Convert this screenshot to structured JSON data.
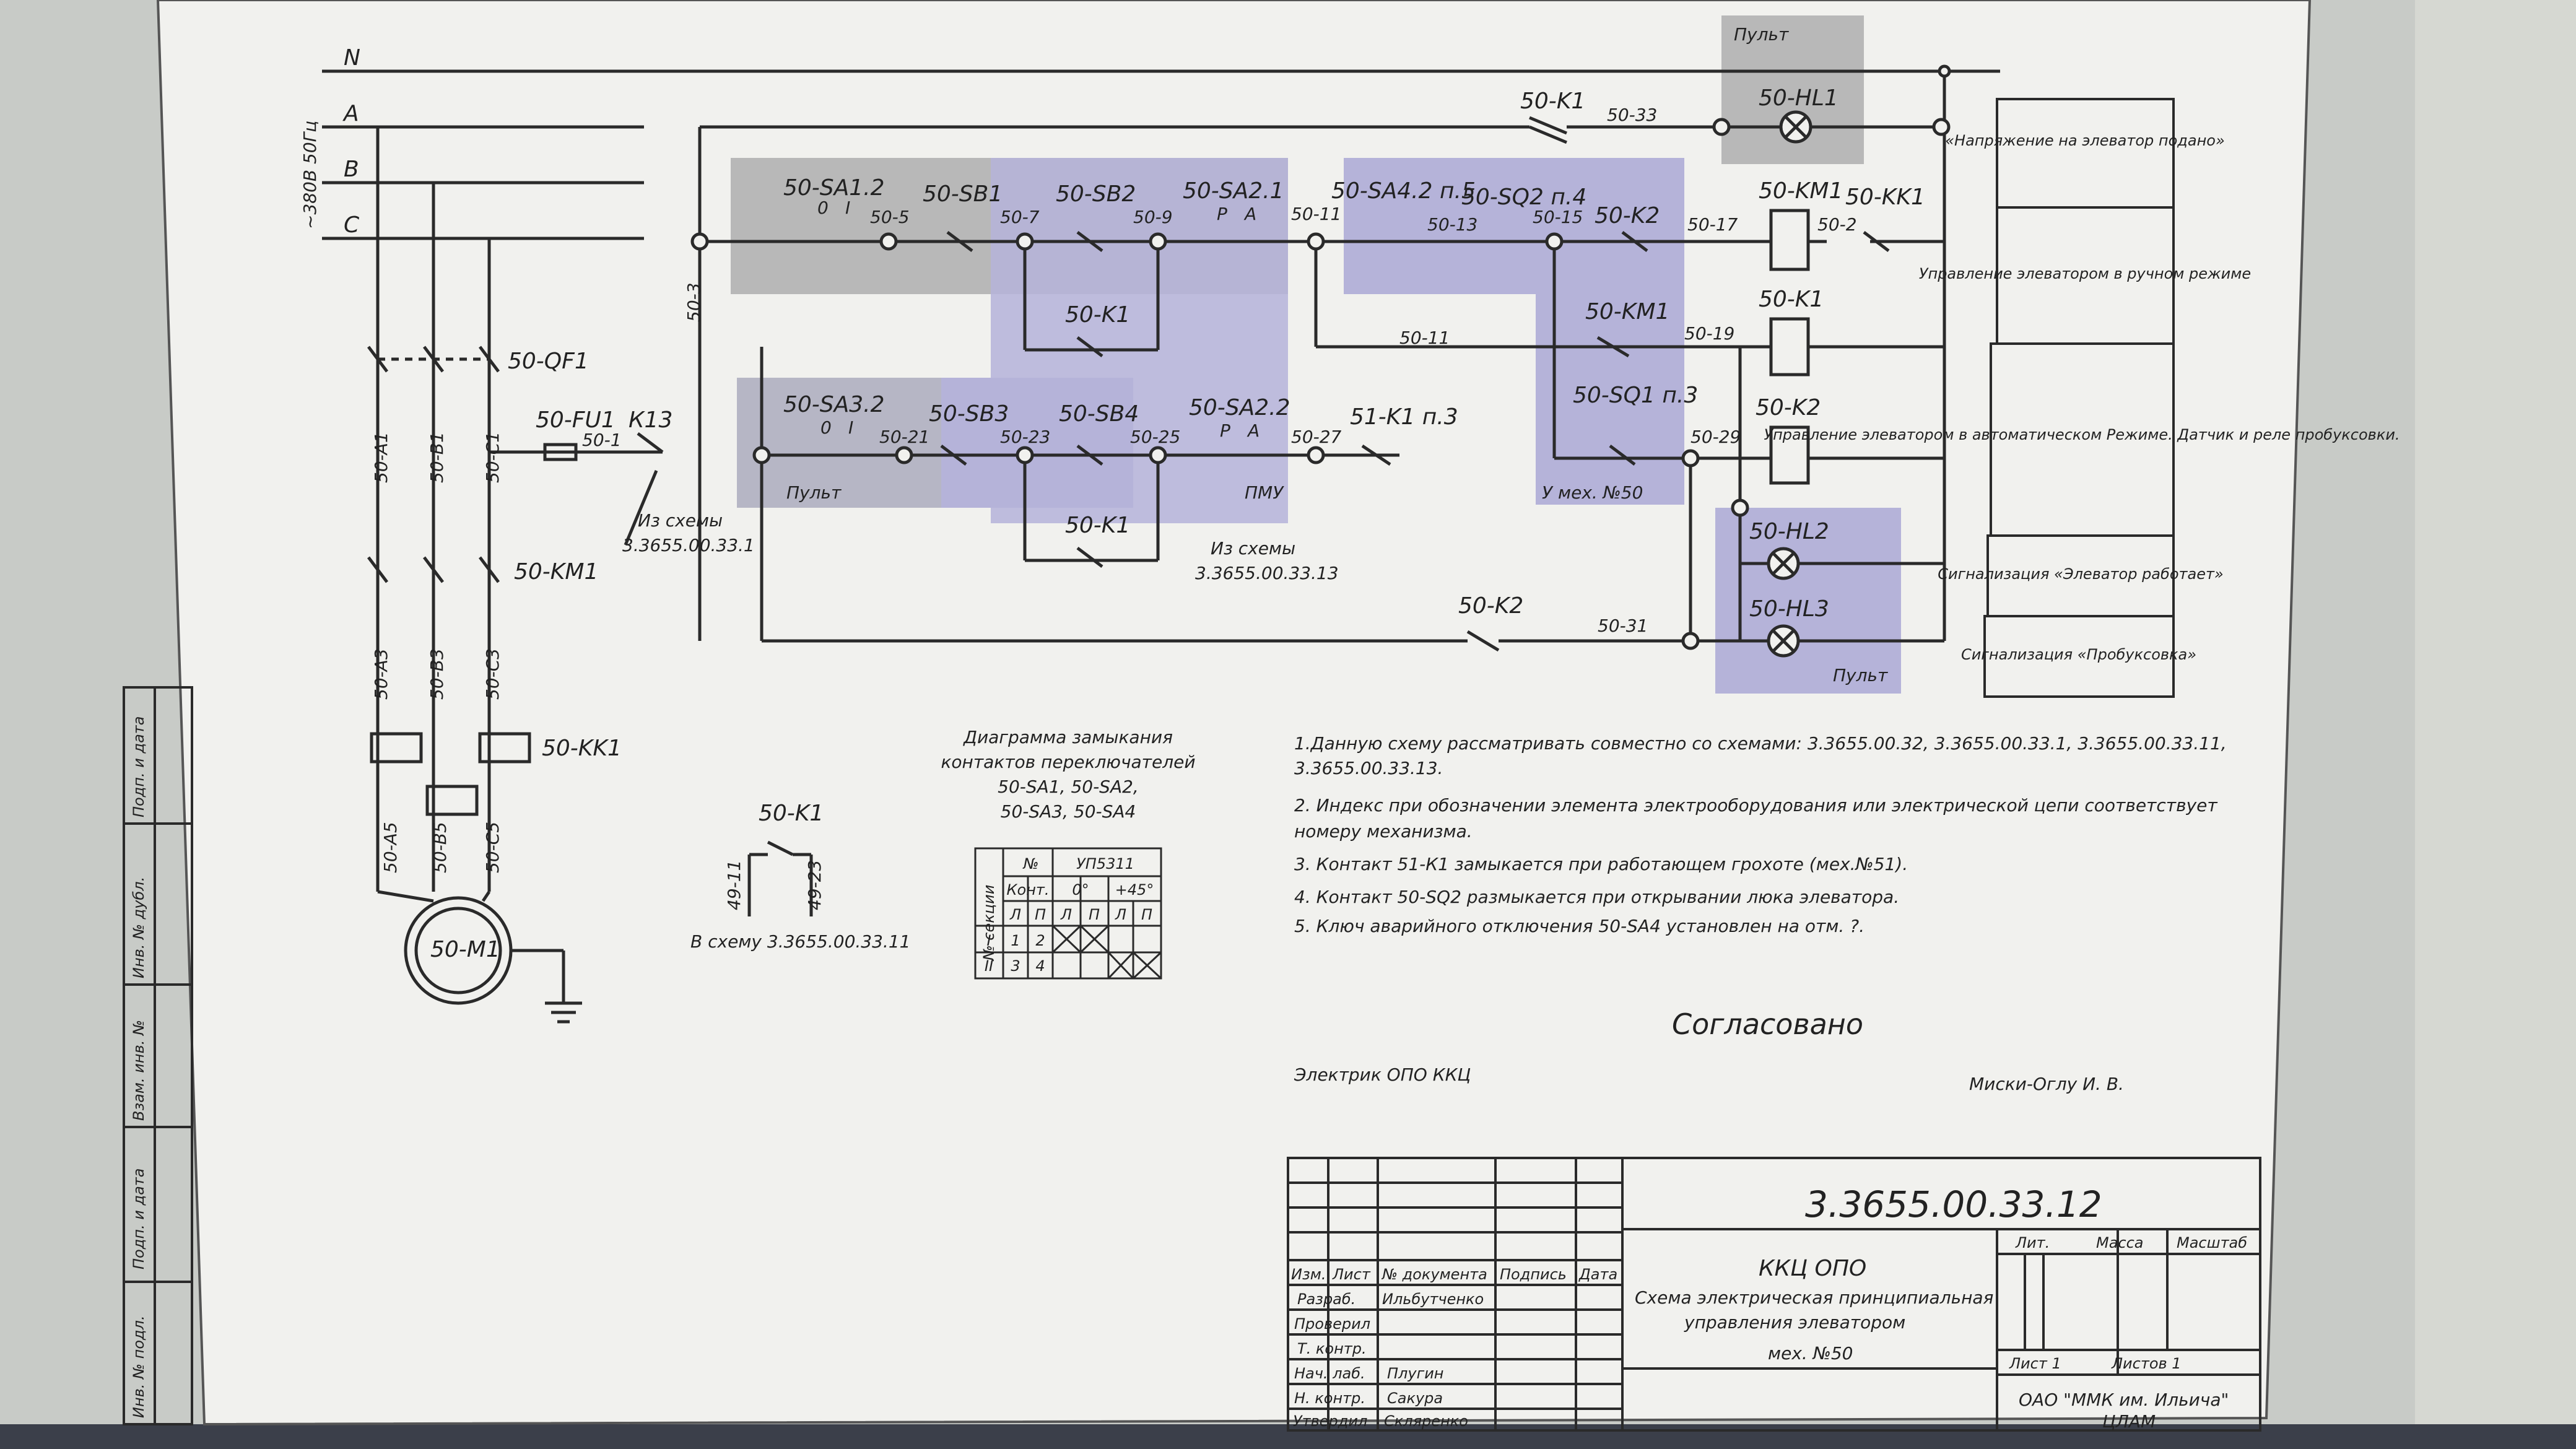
{
  "doc": {
    "code": "3.3655.00.33.12",
    "org": "ККЦ ОПО",
    "title_line1": "Схема электрическая принципиальная",
    "title_line2": "управления элеватором",
    "title_line3": "мех. №50",
    "company_line1": "ОАО \"ММК им. Ильича\"",
    "company_line2": "ЦЛАМ",
    "sheet": "Лист 1",
    "sheets": "Листов 1",
    "col_lit": "Лит.",
    "col_mass": "Масса",
    "col_scale": "Масштаб"
  },
  "stamp": {
    "headers": [
      "Изм.",
      "Лист",
      "№ документа",
      "Подпись",
      "Дата"
    ],
    "rows": [
      {
        "role": "Разраб.",
        "name": "Ильбутченко"
      },
      {
        "role": "Проверил",
        "name": ""
      },
      {
        "role": "Т. контр.",
        "name": ""
      },
      {
        "role": "Нач. лаб.",
        "name": "Плугин"
      },
      {
        "role": "Н. контр.",
        "name": "Сакура"
      },
      {
        "role": "Утвердил",
        "name": "Скляренко"
      }
    ]
  },
  "side_strip": [
    "Подп. и дата",
    "Инв. № дубл.",
    "Взам. инв. №",
    "Подп. и дата",
    "Инв. № подл."
  ],
  "legend": [
    "«Напряжение на элеватор подано»",
    "Управление элеватором в ручном режиме",
    "Управление элеватором в автоматическом Режиме. Датчик и реле пробуксовки.",
    "Сигнализация «Элеватор работает»",
    "Сигнализация «Пробуксовка»"
  ],
  "notes": [
    "1.Данную схему рассматривать совместно со схемами: 3.3655.00.32, 3.3655.00.33.1, 3.3655.00.33.11,",
    "3.3655.00.33.13.",
    "2. Индекс при обозначении элемента электрооборудования или электрической цепи соответствует",
    "номеру механизма.",
    "3. Контакт 51-К1 замыкается при работающем грохоте (мех.№51).",
    "4. Контакт 50-SQ2 размыкается при открывании люка элеватора.",
    "5. Ключ аварийного отключения 50-SA4 установлен на отм. ?."
  ],
  "approval": {
    "agreed": "Согласовано",
    "left": "Электрик ОПО ККЦ",
    "right": "Миски-Оглу И. В."
  },
  "diagram_title": [
    "Диаграмма замыкания",
    "контактов переключателей",
    "50-SA1, 50-SA2,",
    "50-SA3, 50-SA4"
  ],
  "contact_table": {
    "switch": "УП5311",
    "h_no": "№",
    "h_section": "№ секции",
    "h_contacts": "Конт.",
    "positions": [
      "0°",
      "+45°"
    ],
    "lp": [
      "Л",
      "П",
      "Л",
      "П",
      "Л",
      "П"
    ],
    "rows": [
      [
        "I",
        "1",
        "2"
      ],
      [
        "II",
        "3",
        "4"
      ]
    ]
  },
  "power_labels": {
    "N": "N",
    "A": "A",
    "B": "B",
    "C": "C",
    "supply": "~380В 50Гц",
    "qf": "50-QF1",
    "km": "50-KM1",
    "kk": "50-KK1",
    "motor": "50-M1",
    "fu": "50-FU1",
    "k13": "К13",
    "w501": "50-1",
    "w503": "50-3",
    "wA1": "50-A1",
    "wB1": "50-B1",
    "wC1": "50-C1",
    "wA3": "50-A3",
    "wB3": "50-B3",
    "wC3": "50-C3",
    "wA5": "50-A5",
    "wB5": "50-B5",
    "wC5": "50-C5",
    "from1": "Из схемы",
    "from1b": "3.3655.00.33.1"
  },
  "ctrl_labels": {
    "sa12": "50-SA1.2",
    "sb1": "50-SB1",
    "sb2": "50-SB2",
    "sa21": "50-SA2.1",
    "sa42": "50-SA4.2 п.5",
    "sq2": "50-SQ2 п.4",
    "k2a": "50-K2",
    "km1c": "50-KM1",
    "kk1c": "50-KK1",
    "k1a": "50-K1",
    "k1b": "50-K1",
    "k1c": "50-K1",
    "k1top": "50-K1",
    "sa32": "50-SA3.2",
    "sb3": "50-SB3",
    "sb4": "50-SB4",
    "sa22": "50-SA2.2",
    "k51": "51-K1 п.3",
    "sq1": "50-SQ1 п.3",
    "km1s": "50-KM1",
    "k1coil": "50-K1",
    "k2coil": "50-K2",
    "k2b": "50-K2",
    "hl1": "50-HL1",
    "hl2": "50-HL2",
    "hl3": "50-HL3",
    "w5": "50-5",
    "w7": "50-7",
    "w9": "50-9",
    "w11": "50-11",
    "w11b": "50-11",
    "w13": "50-13",
    "w15": "50-15",
    "w17": "50-17",
    "w2": "50-2",
    "w19": "50-19",
    "w21": "50-21",
    "w23": "50-23",
    "w25": "50-25",
    "w27": "50-27",
    "w29": "50-29",
    "w31": "50-31",
    "w33": "50-33",
    "pult": "Пульт",
    "pult2": "Пульт",
    "pult3": "Пульт",
    "pmu": "ПМУ",
    "mech": "У мех. №50",
    "from2": "Из схемы",
    "from2b": "3.3655.00.33.13",
    "O": "0",
    "I": "I",
    "P": "Р",
    "Av": "А",
    "k1x": "50-K1",
    "w4911": "49-11",
    "w4923": "49-23",
    "to": "В схему 3.3655.00.33.11"
  },
  "colors": {
    "paper": "#f2f2ef",
    "ink": "#2a2a2a",
    "shade_gray": "#b9b9b9",
    "shade_purple": "#b4b2d8"
  }
}
